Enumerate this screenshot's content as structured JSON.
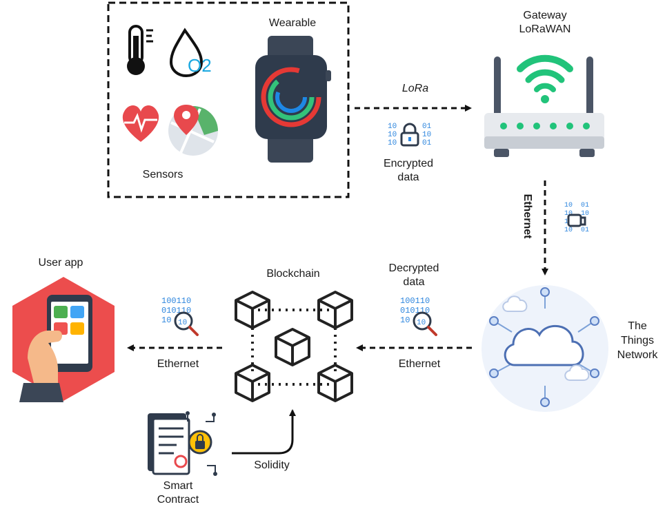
{
  "labels": {
    "wearable": "Wearable",
    "sensors": "Sensors",
    "gateway_line1": "Gateway",
    "gateway_line2": "LoRaWAN",
    "lora": "LoRa",
    "encrypted_line1": "Encrypted",
    "encrypted_line2": "data",
    "ethernet_vertical": "Ethernet",
    "decrypted_line1": "Decrypted",
    "decrypted_line2": "data",
    "ethernet_right": "Ethernet",
    "ethernet_left": "Ethernet",
    "blockchain": "Blockchain",
    "ttn_line1": "The",
    "ttn_line2": "Things",
    "ttn_line3": "Network",
    "user_app": "User app",
    "solidity": "Solidity",
    "smart_contract_line1": "Smart",
    "smart_contract_line2": "Contract",
    "o2": "O2",
    "binary_row1": "100110",
    "binary_row2": "010110"
  },
  "icons": {
    "thermometer": "thermometer-icon",
    "water_drop": "oxygen-drop-icon",
    "heart": "heart-rate-icon",
    "map": "map-location-icon",
    "watch": "smartwatch-icon",
    "router": "gateway-router-icon",
    "lock_data": "encrypted-data-icon",
    "search_data": "data-search-icon",
    "cloud": "cloud-network-icon",
    "blockchain": "blockchain-cubes-icon",
    "phone": "user-app-phone-icon",
    "contract": "smart-contract-icon"
  },
  "colors": {
    "accent_blue": "#2e86de",
    "wifi_green": "#21c37a",
    "heart_red": "#e8494d",
    "hex_red": "#ec4d4d",
    "dark": "#2f3b4c"
  }
}
